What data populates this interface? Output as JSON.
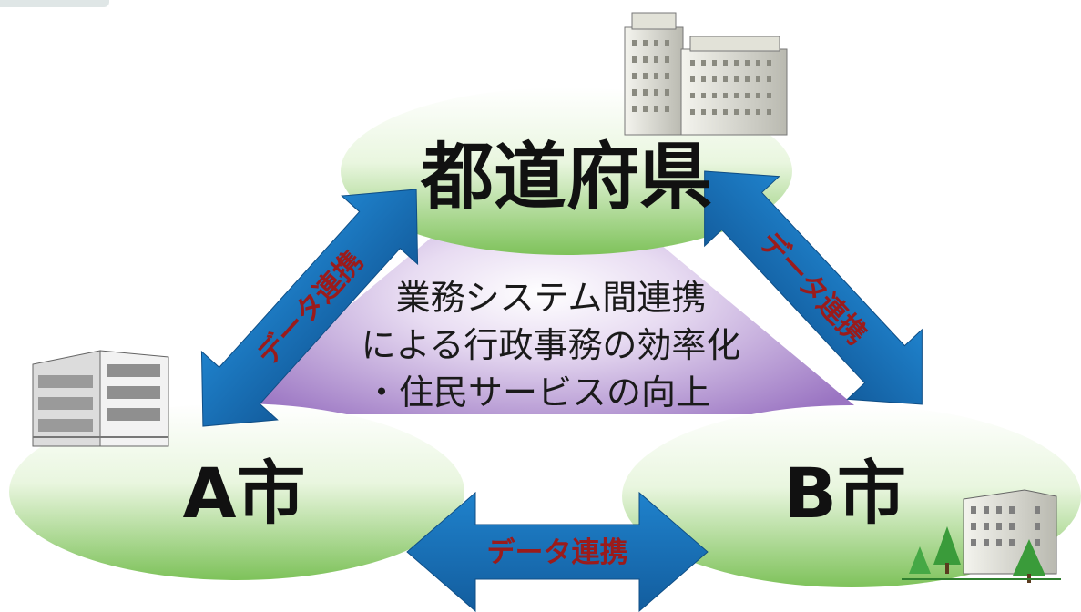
{
  "nodes": {
    "prefecture": "都道府県",
    "city_a": "A市",
    "city_b": "B市"
  },
  "center_text": {
    "line1": "業務システム間連携",
    "line2": "による行政事務の効率化",
    "line3": "・住民サービスの向上"
  },
  "arrows": {
    "left_label": "データ連携",
    "right_label": "データ連携",
    "bottom_label": "データ連携"
  },
  "colors": {
    "ellipse_green": "#9fd47a",
    "arrow_blue": "#1870b8",
    "arrow_label_red": "#9b1b1b",
    "triangle_purple": "#a887c9",
    "node_text": "#111111"
  },
  "icons": {
    "prefecture_building": "government-building-icon",
    "city_a_building": "office-building-icon",
    "city_b_building": "office-building-with-trees-icon"
  }
}
